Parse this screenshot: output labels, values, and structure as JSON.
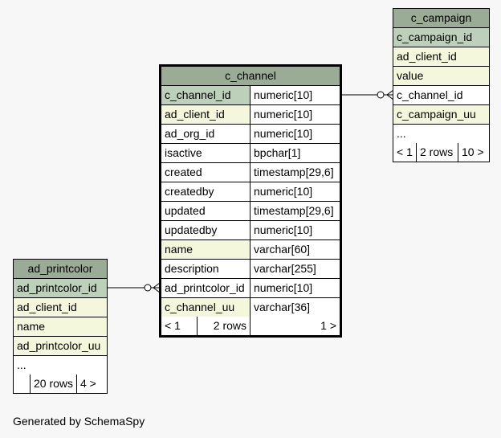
{
  "c_channel": {
    "title": "c_channel",
    "columns": [
      {
        "name": "c_channel_id",
        "type": "numeric[10]",
        "kind": "pk"
      },
      {
        "name": "ad_client_id",
        "type": "numeric[10]",
        "kind": "fk"
      },
      {
        "name": "ad_org_id",
        "type": "numeric[10]",
        "kind": "plain"
      },
      {
        "name": "isactive",
        "type": "bpchar[1]",
        "kind": "plain"
      },
      {
        "name": "created",
        "type": "timestamp[29,6]",
        "kind": "plain"
      },
      {
        "name": "createdby",
        "type": "numeric[10]",
        "kind": "plain"
      },
      {
        "name": "updated",
        "type": "timestamp[29,6]",
        "kind": "plain"
      },
      {
        "name": "updatedby",
        "type": "numeric[10]",
        "kind": "plain"
      },
      {
        "name": "name",
        "type": "varchar[60]",
        "kind": "fk"
      },
      {
        "name": "description",
        "type": "varchar[255]",
        "kind": "plain"
      },
      {
        "name": "ad_printcolor_id",
        "type": "numeric[10]",
        "kind": "plain"
      },
      {
        "name": "c_channel_uu",
        "type": "varchar[36]",
        "kind": "fk"
      }
    ],
    "footer": {
      "left": "< 1",
      "mid": "2 rows",
      "right": "1 >"
    }
  },
  "c_campaign": {
    "title": "c_campaign",
    "columns": [
      {
        "name": "c_campaign_id",
        "kind": "pk"
      },
      {
        "name": "ad_client_id",
        "kind": "fk"
      },
      {
        "name": "value",
        "kind": "fk"
      },
      {
        "name": "c_channel_id",
        "kind": "plain"
      },
      {
        "name": "c_campaign_uu",
        "kind": "fk"
      },
      {
        "name": "...",
        "kind": "plain"
      }
    ],
    "footer": {
      "left": "< 1",
      "mid": "2 rows",
      "right": "10 >"
    }
  },
  "ad_printcolor": {
    "title": "ad_printcolor",
    "columns": [
      {
        "name": "ad_printcolor_id",
        "kind": "pk"
      },
      {
        "name": "ad_client_id",
        "kind": "fk"
      },
      {
        "name": "name",
        "kind": "fk"
      },
      {
        "name": "ad_printcolor_uu",
        "kind": "fk"
      },
      {
        "name": "...",
        "kind": "plain"
      }
    ],
    "footer": {
      "left": "",
      "mid": "20 rows",
      "right": "4 >"
    }
  },
  "generated_by": "Generated by SchemaSpy"
}
